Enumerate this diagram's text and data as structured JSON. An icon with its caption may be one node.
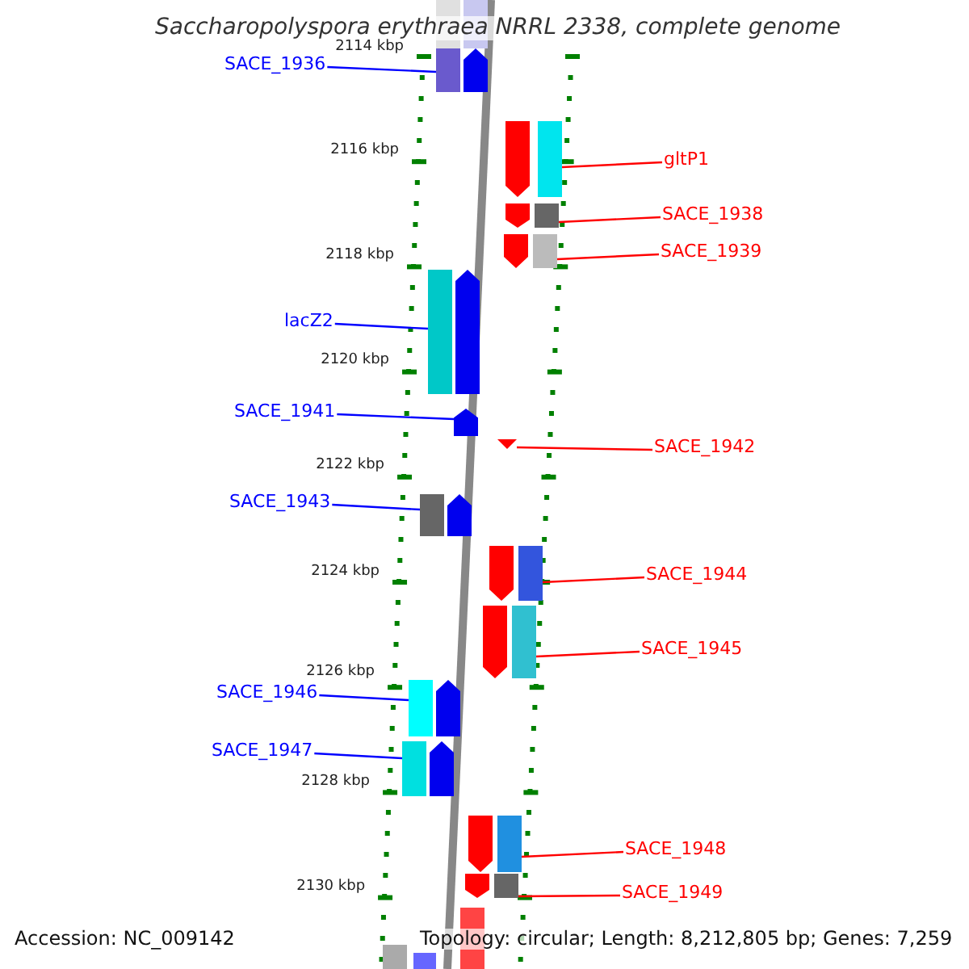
{
  "diagram": {
    "title": "Saccharopolyspora erythraea NRRL 2338, complete genome",
    "nodes": [
      {
        "text": [
          "SACE_1936"
        ]
      },
      {
        "text": [],
        "shape": "bar"
      },
      {
        "text": [
          "gltP1"
        ]
      },
      {
        "text": [],
        "shape": "bar"
      },
      {
        "text": [
          "SACE_1938"
        ]
      },
      {
        "text": [],
        "shape": "bar"
      },
      {
        "text": [
          "SACE_1939"
        ]
      },
      {
        "text": [],
        "shape": "bar"
      },
      {
        "text": [
          "lacZ2"
        ]
      },
      {
        "text": [],
        "shape": "bar"
      },
      {
        "text": [
          "SACE_1941"
        ]
      },
      {
        "text": [],
        "shape": "bar"
      },
      {
        "text": [
          "SACE_1942"
        ]
      },
      {
        "text": [],
        "shape": "bar"
      },
      {
        "text": [
          "SACE_1943"
        ]
      },
      {
        "text": [],
        "shape": "bar"
      },
      {
        "text": [
          "SACE_1944"
        ]
      },
      {
        "text": [],
        "shape": "bar"
      },
      {
        "text": [
          "SACE_1945"
        ]
      },
      {
        "text": [],
        "shape": "bar"
      },
      {
        "text": [
          "SACE_1946"
        ]
      },
      {
        "text": [],
        "shape": "bar"
      },
      {
        "text": [
          "SACE_1947"
        ]
      },
      {
        "text": [],
        "shape": "bar"
      },
      {
        "text": [
          "SACE_1948"
        ]
      },
      {
        "text": [],
        "shape": "bar"
      },
      {
        "text": [
          "SACE_1949"
        ]
      },
      {
        "text": [],
        "shape": "bar"
      }
    ],
    "edges": [
      {
        "from": 0,
        "to": 1,
        "arrow": "none",
        "color": "#0000ff"
      },
      {
        "from": 2,
        "to": 3,
        "arrow": "none"
      },
      {
        "from": 4,
        "to": 5,
        "arrow": "none"
      },
      {
        "from": 6,
        "to": 7,
        "arrow": "none"
      },
      {
        "from": 8,
        "to": 9,
        "arrow": "none",
        "color": "#0000ff"
      },
      {
        "from": 10,
        "to": 11,
        "arrow": "none",
        "color": "#0000ff"
      },
      {
        "from": 12,
        "to": 13,
        "arrow": "none"
      },
      {
        "from": 14,
        "to": 15,
        "arrow": "none",
        "color": "#0000ff"
      },
      {
        "from": 16,
        "to": 17,
        "arrow": "none"
      },
      {
        "from": 18,
        "to": 19,
        "arrow": "none"
      },
      {
        "from": 20,
        "to": 21,
        "arrow": "none",
        "color": "#0000ff"
      },
      {
        "from": 22,
        "to": 23,
        "arrow": "none",
        "color": "#0000ff"
      },
      {
        "from": 24,
        "to": 25,
        "arrow": "none"
      },
      {
        "from": 26,
        "to": 27,
        "arrow": "none"
      }
    ],
    "labels": [
      "2114 kbp",
      "2116 kbp",
      "2118 kbp",
      "2120 kbp",
      "2122 kbp",
      "2124 kbp",
      "2126 kbp",
      "2128 kbp",
      "2130 kbp",
      "Accession: NC_009142",
      "Topology: circular; Length: 8,212,805 bp; Genes: 7,259"
    ]
  }
}
